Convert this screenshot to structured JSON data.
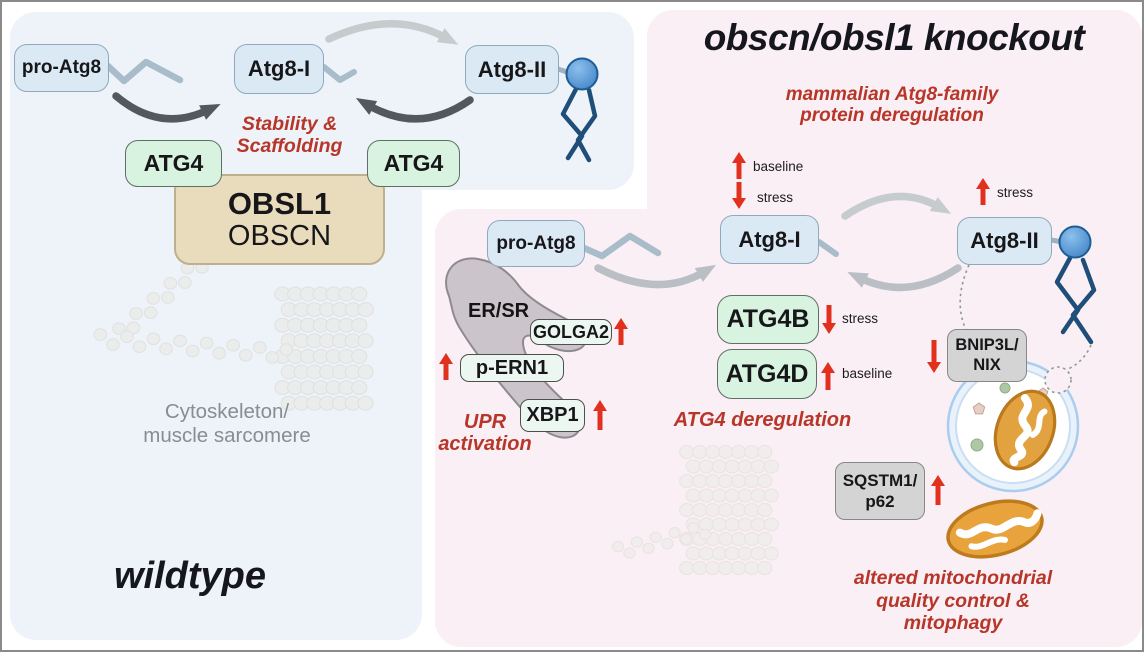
{
  "wt": {
    "panel_label": "wildtype",
    "pro_atg8": "pro-Atg8",
    "atg8_i": "Atg8-I",
    "atg8_ii": "Atg8-II",
    "atg4_left": "ATG4",
    "atg4_right": "ATG4",
    "obsl1": "OBSL1",
    "obscn": "OBSCN",
    "stability_line1": "Stability &",
    "stability_line2": "Scaffolding",
    "cyto_line1": "Cytoskeleton/",
    "cyto_line2": "muscle sarcomere"
  },
  "ko": {
    "title": "obscn/obsl1 knockout",
    "subtitle_line1": "mammalian Atg8-family",
    "subtitle_line2": "protein deregulation",
    "pro_atg8": "pro-Atg8",
    "atg8_i": "Atg8-I",
    "atg8_ii": "Atg8-II",
    "atg8i_up_label": "baseline",
    "atg8i_down_label": "stress",
    "atg8ii_up_label": "stress",
    "er_sr": "ER/SR",
    "golga2": "GOLGA2",
    "p_ern1": "p-ERN1",
    "xbp1": "XBP1",
    "upr_line1": "UPR",
    "upr_line2": "activation",
    "atg4b": "ATG4B",
    "atg4b_label": "stress",
    "atg4d": "ATG4D",
    "atg4d_label": "baseline",
    "atg4_dereg": "ATG4 deregulation",
    "bnip3l_line1": "BNIP3L/",
    "bnip3l_line2": "NIX",
    "sqstm1_line1": "SQSTM1/",
    "sqstm1_line2": "p62",
    "mito_line1": "altered mitochondrial",
    "mito_line2": "quality control &",
    "mito_line3": "mitophagy"
  },
  "colors": {
    "wildtype_panel_bg": "#edf3f8",
    "knockout_panel_bg": "#faeff4",
    "atg8_node_fill": "#dbe9f5",
    "atg4_node_fill": "#d8f3df",
    "obsl1_node_fill": "#e9dcbd",
    "er_organelle_fill": "#cbc5cb",
    "grey_node_fill": "#d4d4d4",
    "red_accent": "#e2301f",
    "red_text": "#b73629",
    "membrane_blue": "#4a90d9",
    "mitochondria_orange": "#e2a23f"
  }
}
